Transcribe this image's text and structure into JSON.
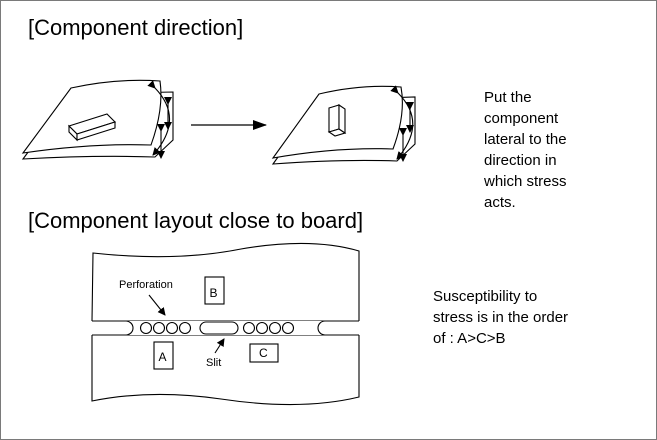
{
  "section1": {
    "heading": "[Component direction]",
    "note_lines": [
      "Put the",
      "component",
      "lateral to the",
      "direction in",
      "which stress",
      "acts."
    ]
  },
  "section2": {
    "heading": "[Component layout close to board]",
    "note_lines": [
      "Susceptibility to",
      "stress is in the order",
      "of : A>C>B"
    ],
    "labels": {
      "perforation": "Perforation",
      "slit": "Slit",
      "a": "A",
      "b": "B",
      "c": "C"
    }
  }
}
